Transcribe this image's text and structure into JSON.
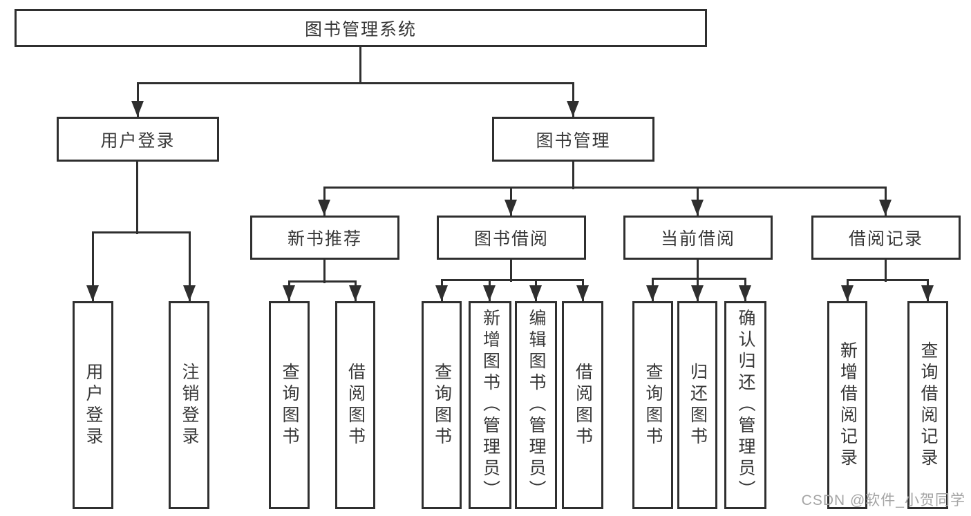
{
  "tree": {
    "root": {
      "label": "图书管理系统"
    },
    "children": [
      {
        "label": "用户登录",
        "leaves": [
          {
            "label": "用户登录"
          },
          {
            "label": "注销登录"
          }
        ]
      },
      {
        "label": "图书管理",
        "children": [
          {
            "label": "新书推荐",
            "leaves": [
              {
                "label": "查询图书"
              },
              {
                "label": "借阅图书"
              }
            ]
          },
          {
            "label": "图书借阅",
            "leaves": [
              {
                "label": "查询图书"
              },
              {
                "label": "新增图书（管理员）"
              },
              {
                "label": "编辑图书（管理员）"
              },
              {
                "label": "借阅图书"
              }
            ]
          },
          {
            "label": "当前借阅",
            "leaves": [
              {
                "label": "查询图书"
              },
              {
                "label": "归还图书"
              },
              {
                "label": "确认归还（管理员）"
              }
            ]
          },
          {
            "label": "借阅记录",
            "leaves": [
              {
                "label": "新增借阅记录"
              },
              {
                "label": "查询借阅记录"
              }
            ]
          }
        ]
      }
    ]
  },
  "watermark": {
    "text": "CSDN @软件_小贺同学"
  },
  "colors": {
    "line": "#2f2f2f",
    "text": "#383838",
    "watermark": "#a5a5a5",
    "background": "#ffffff"
  }
}
